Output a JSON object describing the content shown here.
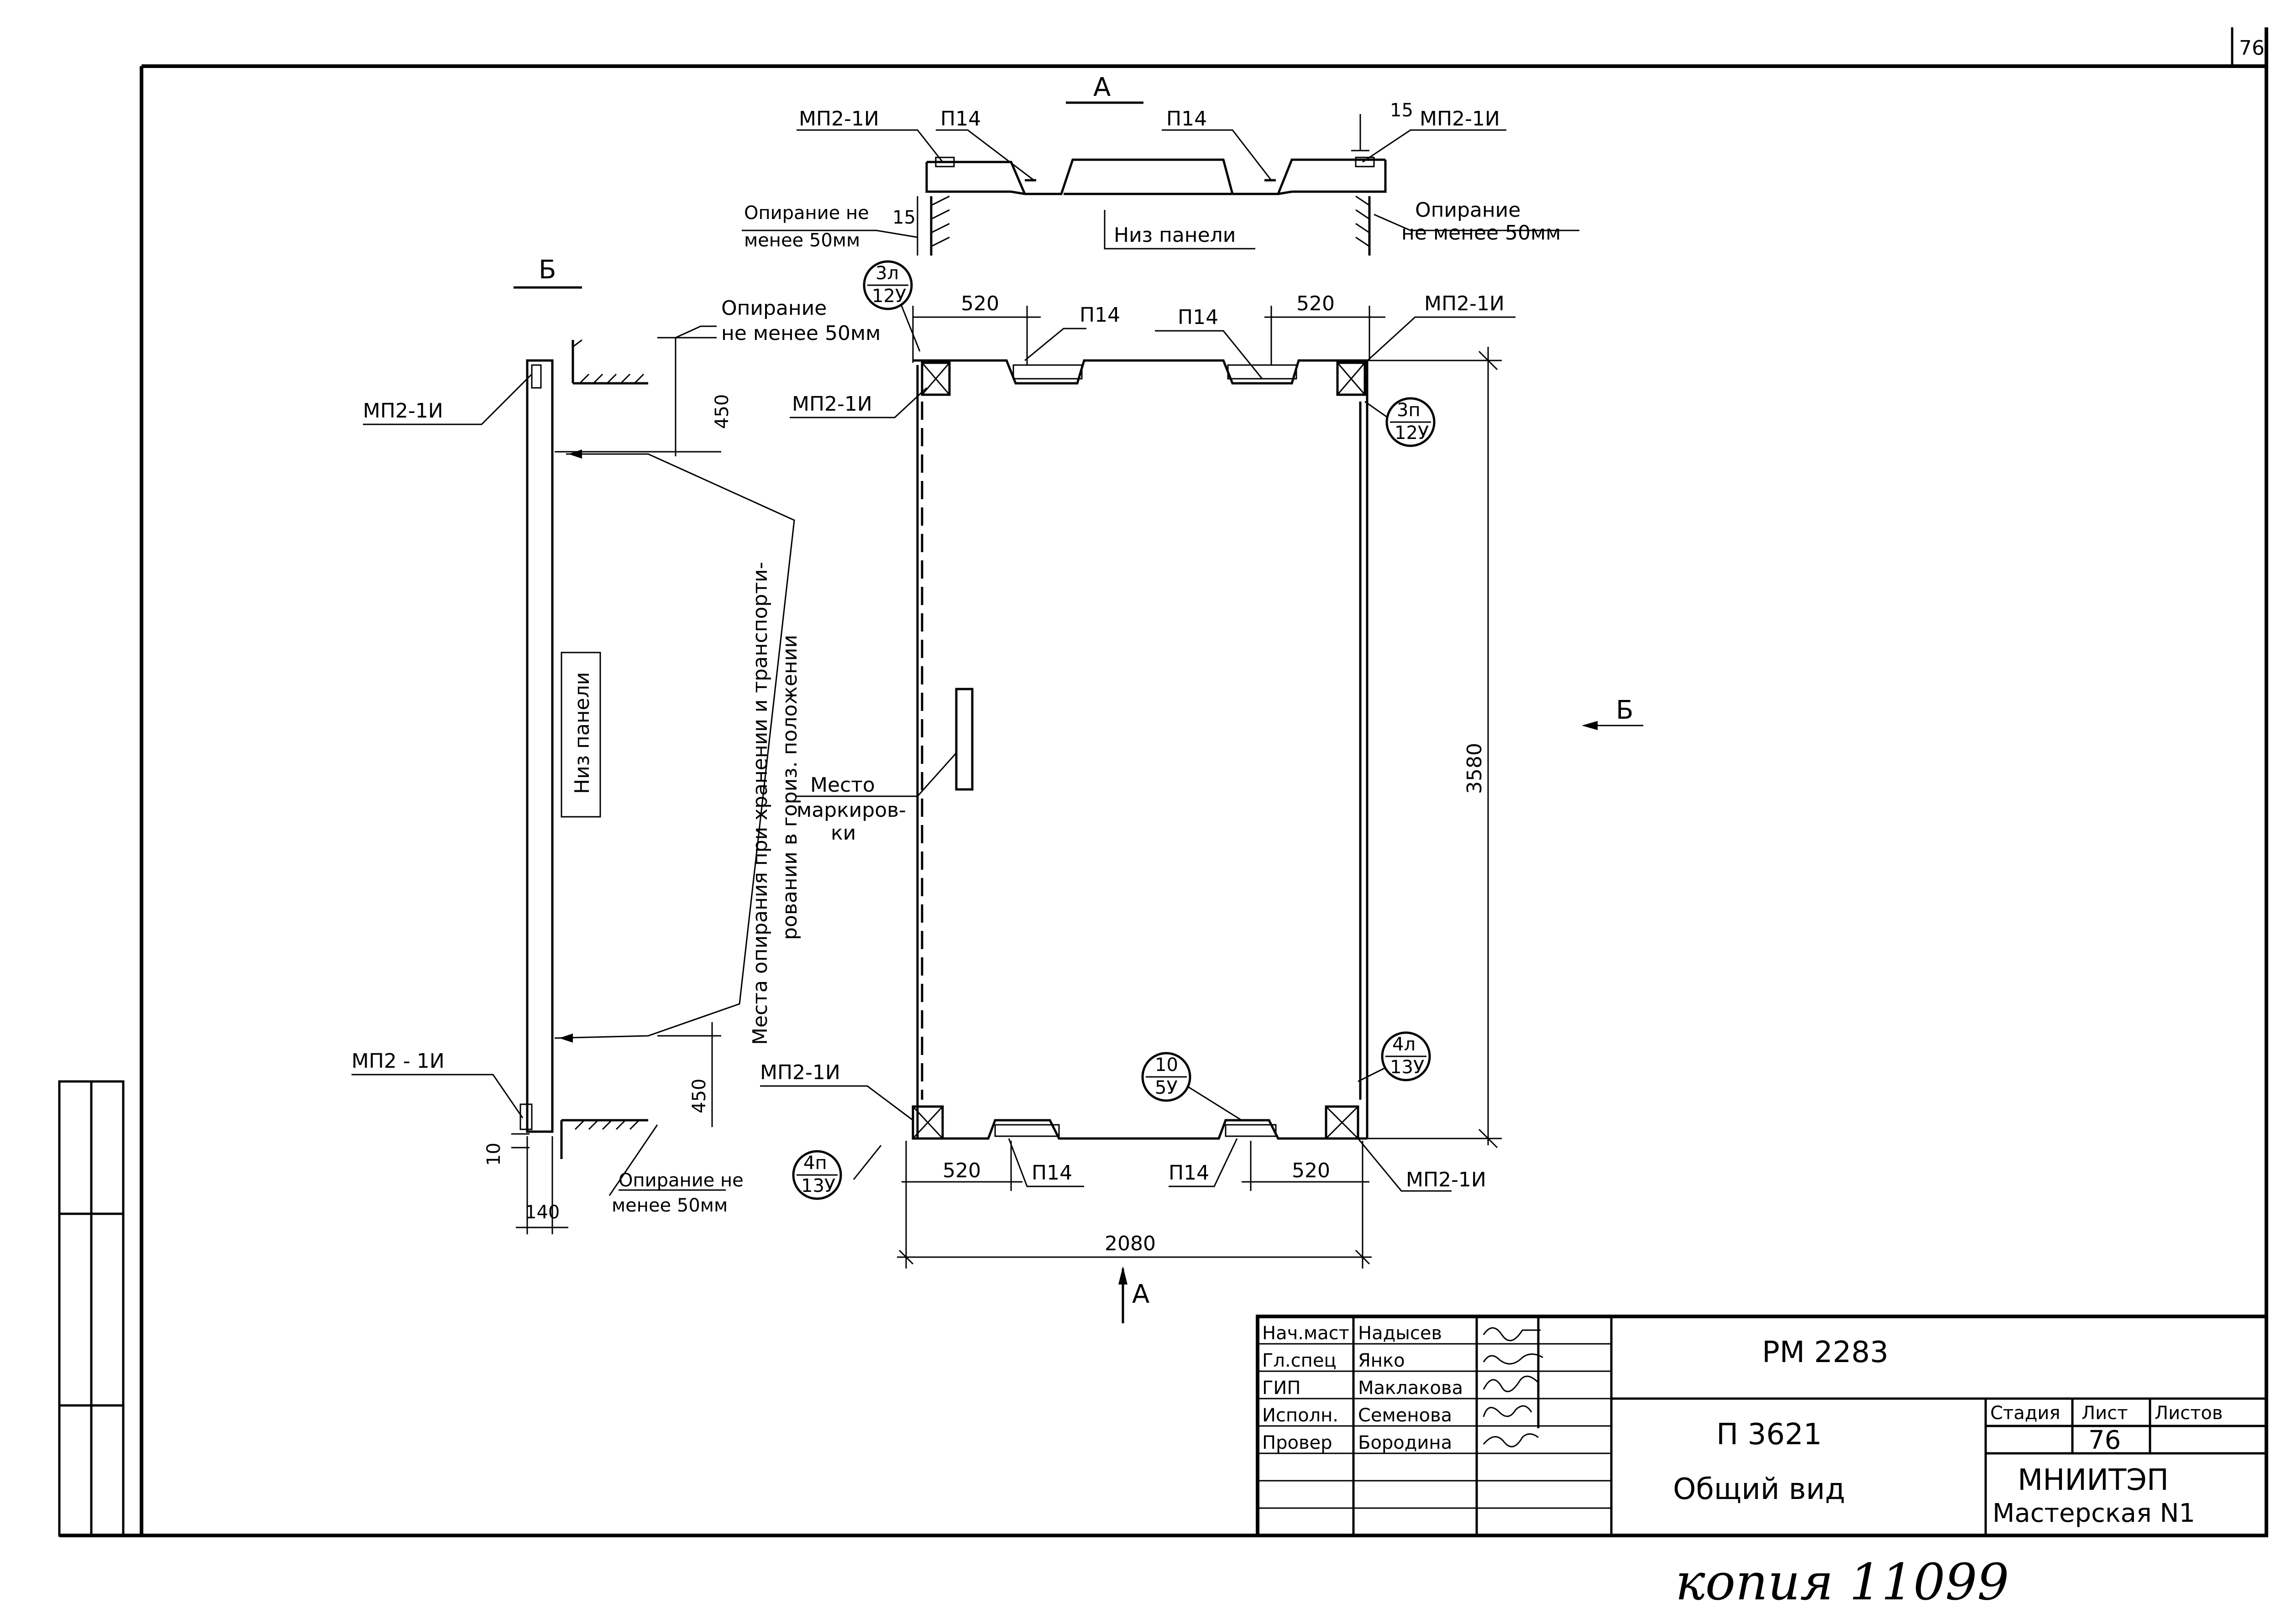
{
  "sheet_number_corner": "76",
  "section_a": {
    "title": "А",
    "label_left": "МП2-1И",
    "label_right": "МП2-1И",
    "p14_left": "П14",
    "p14_right": "П14",
    "dim_15_top": "15",
    "dim_15_left": "15",
    "support_left_1": "Опирание не",
    "support_left_2": "менее 50мм",
    "support_right_1": "Опирание",
    "support_right_2": "не менее 50мм",
    "bottom_label": "Низ панели"
  },
  "section_b": {
    "title": "Б",
    "support_top_1": "Опирание",
    "support_top_2": "не менее 50мм",
    "mp_top": "МП2-1И",
    "mp_bottom": "МП2 - 1И",
    "dim_450_top": "450",
    "dim_450_bottom": "450",
    "bottom_label": "Низ панели",
    "places_line1": "Места опирания при хранении и транспорти-",
    "places_line2": "ровании в гориз. положении",
    "dim_10": "10",
    "dim_140": "140",
    "support_bottom_1": "Опирание не",
    "support_bottom_2": "менее 50мм"
  },
  "plan": {
    "callout_3l_top": "3л",
    "callout_3l_bottom": "12У",
    "callout_3p_top": "3п",
    "callout_3p_bottom": "12У",
    "callout_4l_top": "4л",
    "callout_4l_bottom": "13У",
    "callout_4p_top": "4п",
    "callout_4p_bottom": "13У",
    "callout_10_top": "10",
    "callout_10_bottom": "5У",
    "dim_520_tl": "520",
    "dim_520_tr": "520",
    "dim_520_bl": "520",
    "dim_520_br": "520",
    "p14_tl": "П14",
    "p14_tr": "П14",
    "p14_bl": "П14",
    "p14_br": "П14",
    "mp_tl": "МП2-1И",
    "mp_tr": "МП2-1И",
    "mp_bl": "МП2-1И",
    "mp_br": "МП2-1И",
    "dim_height": "3580",
    "dim_width": "2080",
    "marking_1": "Место",
    "marking_2": "маркиров-",
    "marking_3": "ки",
    "view_b": "Б",
    "view_a": "А"
  },
  "title_block": {
    "roles": [
      "Нач.маст",
      "Гл.спец",
      "ГИП",
      "Исполн.",
      "Провер"
    ],
    "names": [
      "Надысев",
      "Янко",
      "Маклакова",
      "Семенова",
      "Бородина"
    ],
    "code": "РМ   2283",
    "product": "П 3621",
    "view_name": "Общий вид",
    "stage_header": "Стадия",
    "sheet_header": "Лист",
    "sheets_header": "Листов",
    "sheet_value": "76",
    "org_line1": "МНИИТЭП",
    "org_line2": "Мастерская N1"
  },
  "handwritten_note": "копия 11099"
}
